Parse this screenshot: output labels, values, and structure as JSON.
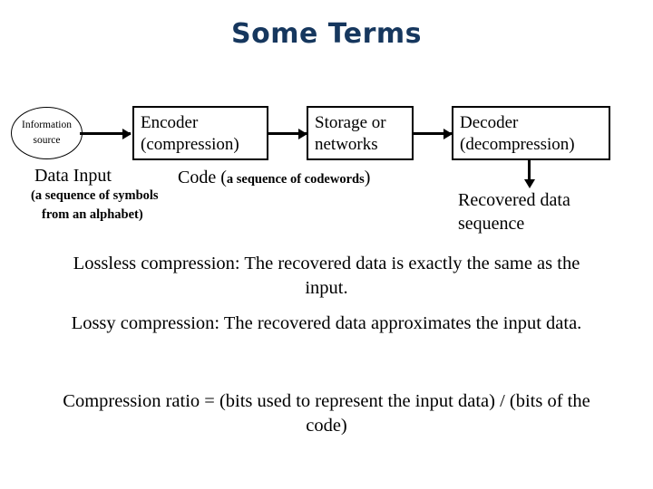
{
  "slide": {
    "title": "Some Terms",
    "title_color": "#16375e",
    "background": "#ffffff",
    "stroke_color": "#000000"
  },
  "diagram": {
    "source_node": {
      "shape": "ellipse",
      "line1": "Information",
      "line2": "source"
    },
    "boxes": [
      {
        "name": "encoder",
        "line1": "Encoder",
        "line2": "(compression)"
      },
      {
        "name": "storage",
        "line1": "Storage or",
        "line2": "networks"
      },
      {
        "name": "decoder",
        "line1": "Decoder",
        "line2": "(decompression)"
      }
    ],
    "arrows": [
      {
        "name": "source-to-encoder",
        "direction": "right"
      },
      {
        "name": "encoder-to-storage",
        "direction": "right"
      },
      {
        "name": "storage-to-decoder",
        "direction": "right"
      },
      {
        "name": "decoder-to-output",
        "direction": "down"
      }
    ]
  },
  "captions": {
    "data_input": {
      "main": "Data Input",
      "detail_line1": "(a sequence of symbols",
      "detail_line2": "from an alphabet)"
    },
    "code": {
      "prefix": "Code (",
      "inner": "a sequence of codewords",
      "suffix": ")"
    },
    "recovered": {
      "line1": "Recovered data",
      "line2": "sequence"
    }
  },
  "body": {
    "lossless": "Lossless compression: The recovered data is exactly the same as the input.",
    "lossy": "Lossy compression: The recovered data approximates the input data.",
    "ratio": "Compression ratio = (bits used to represent the input data) / (bits of the code)"
  }
}
